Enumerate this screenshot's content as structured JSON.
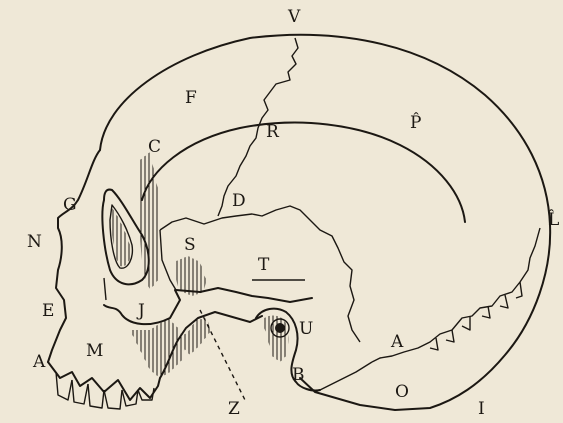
{
  "figure": {
    "labels": {
      "V": "V",
      "F": "F",
      "R": "R",
      "P": "P̂",
      "C": "C",
      "G": "G",
      "D": "D",
      "N": "N",
      "S": "S",
      "T": "T",
      "L": "L̂",
      "E": "E",
      "J": "J",
      "M": "M",
      "U": "U",
      "A_jaw": "A",
      "A_skull": "A",
      "B": "B",
      "O": "O",
      "Z": "Z",
      "I": "I"
    },
    "colors": {
      "paper": "#efe8d7",
      "ink": "#1c1813"
    }
  }
}
